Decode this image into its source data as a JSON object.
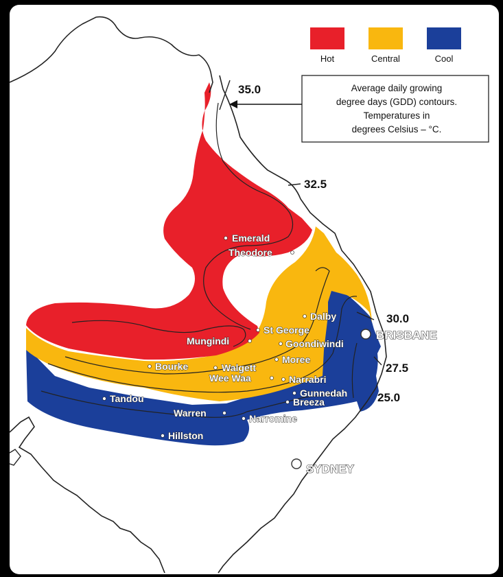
{
  "legend": {
    "hot": {
      "label": "Hot",
      "color": "#e8202a"
    },
    "central": {
      "label": "Central",
      "color": "#f9b70f"
    },
    "cool": {
      "label": "Cool",
      "color": "#1b3f9a"
    }
  },
  "callout": {
    "lines": [
      "Average daily growing",
      "degree days (GDD) contours.",
      "Temperatures in",
      "degrees Celsius – °C."
    ]
  },
  "contours": {
    "c35": "35.0",
    "c32": "32.5",
    "c30": "30.0",
    "c27": "27.5",
    "c25": "25.0"
  },
  "cities": {
    "brisbane": "BRISBANE",
    "sydney": "SYDNEY"
  },
  "towns": {
    "emerald": "Emerald",
    "theodore": "Theodore",
    "dalby": "Dalby",
    "st_george": "St George",
    "goondiwindi": "Goondiwindi",
    "mungindi": "Mungindi",
    "moree": "Moree",
    "bourke": "Bourke",
    "walgett": "Walgett",
    "wee_waa": "Wee Waa",
    "narrabri": "Narrabri",
    "gunnedah": "Gunnedah",
    "breeza": "Breeza",
    "tandou": "Tandou",
    "warren": "Warren",
    "narromine": "Narromine",
    "hillston": "Hillston"
  }
}
